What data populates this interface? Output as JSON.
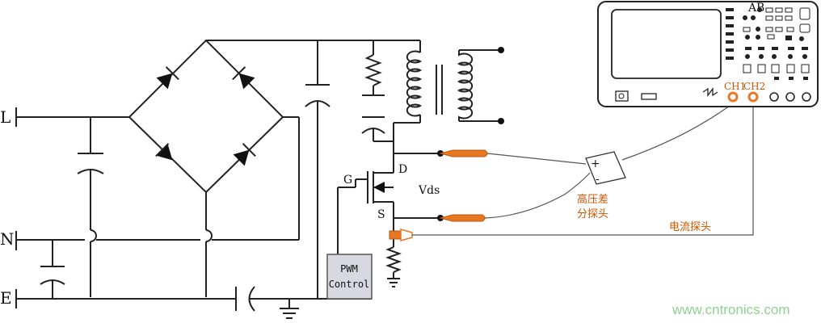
{
  "terminals": {
    "l": "L",
    "n": "N",
    "e": "E"
  },
  "mosfet": {
    "drain": "D",
    "source": "S",
    "gate": "G",
    "vds": "Vds"
  },
  "pwm": {
    "line1": "PWM",
    "line2": "Control"
  },
  "probes": {
    "hv_diff_line1": "高压差",
    "hv_diff_line2": "分探头",
    "current": "电流探头",
    "diff_plus": "+",
    "diff_minus": "-"
  },
  "scope": {
    "ch1": "CH1",
    "ch2": "CH2",
    "top_a": "A",
    "top_b": "B"
  },
  "watermark": "www.cntronics.com",
  "colors": {
    "probe": "#e87722",
    "wire": "#222222",
    "box_fill": "#d8d8e0"
  }
}
